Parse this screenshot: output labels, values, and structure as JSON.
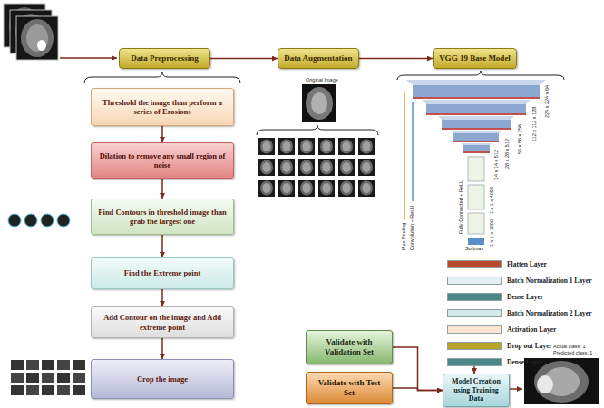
{
  "diagram": {
    "nodes": [
      {
        "text": [
          "Data Preprocessing"
        ]
      },
      {
        "text": [
          "Data Augmentation"
        ]
      },
      {
        "text": [
          "VGG 19 Base Model"
        ]
      },
      {
        "text": [
          "Threshold the image than perform a series of Erosions"
        ]
      },
      {
        "text": [
          "Dilation to remove any small region of noise"
        ]
      },
      {
        "text": [
          "Find Contours in threshold image than grab the largest one"
        ]
      },
      {
        "text": [
          "Find the Extreme point"
        ]
      },
      {
        "text": [
          "Add Contour on the image and Add extreme point"
        ]
      },
      {
        "text": [
          "Crop the image"
        ]
      },
      {
        "text": [
          "Flatten Layer"
        ]
      },
      {
        "text": [
          "Batch Normalization 1 Layer"
        ]
      },
      {
        "text": [
          "Dense Layer"
        ]
      },
      {
        "text": [
          "Batch Normalization 2 Layer"
        ]
      },
      {
        "text": [
          "Activation Layer"
        ]
      },
      {
        "text": [
          "Drop out Layer"
        ]
      },
      {
        "text": [
          "Dense Layer"
        ]
      },
      {
        "text": [
          "Validate with Validation Set"
        ]
      },
      {
        "text": [
          "Validate with Test Set"
        ]
      },
      {
        "text": [
          "Model Creation using Training Data"
        ]
      }
    ],
    "edges": [
      {
        "from": 0,
        "to": 1,
        "arrow": "to"
      },
      {
        "from": 1,
        "to": 2,
        "arrow": "to"
      },
      {
        "from": 3,
        "to": 4,
        "arrow": "to"
      },
      {
        "from": 4,
        "to": 5,
        "arrow": "to"
      },
      {
        "from": 5,
        "to": 6,
        "arrow": "to"
      },
      {
        "from": 6,
        "to": 7,
        "arrow": "to"
      },
      {
        "from": 7,
        "to": 8,
        "arrow": "to"
      },
      {
        "from": 15,
        "to": 18,
        "arrow": "to"
      },
      {
        "from": 16,
        "to": 18,
        "arrow": "to"
      },
      {
        "from": 17,
        "to": 18,
        "arrow": "to"
      }
    ],
    "labels": [
      "Original Image",
      "224 x 224 x 64",
      "112 x 112 x 128",
      "56 x 56 x 256",
      "28 x 28 x 512",
      "14 x 14 x 512",
      "1 x 1 x 4096",
      "1 x 1 x 1000",
      "Max Pooling",
      "Convolution + ReLU",
      "Fully Connected + ReLU",
      "Softmax",
      "Actual class: 1",
      "Predicted class: 1"
    ]
  }
}
